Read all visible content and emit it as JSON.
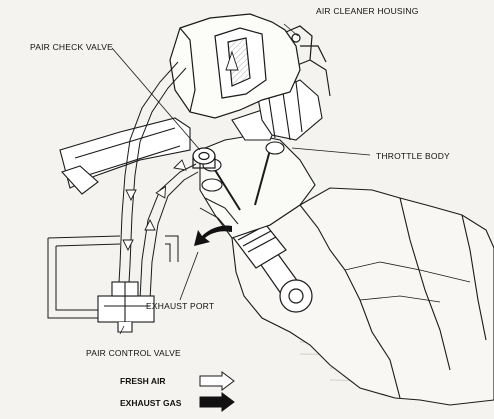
{
  "labels": {
    "air_cleaner_housing": "AIR CLEANER HOUSING",
    "pair_check_valve": "PAIR CHECK VALVE",
    "throttle_body": "THROTTLE BODY",
    "exhaust_port": "EXHAUST PORT",
    "pair_control_valve": "PAIR CONTROL VALVE"
  },
  "legend": {
    "fresh_air": "FRESH AIR",
    "exhaust_gas": "EXHAUST GAS"
  },
  "colors": {
    "line": "#1a1a1a",
    "fresh_air_arrow_fill": "#ffffff",
    "exhaust_gas_arrow_fill": "#111111",
    "background": "#f4f3ef"
  }
}
